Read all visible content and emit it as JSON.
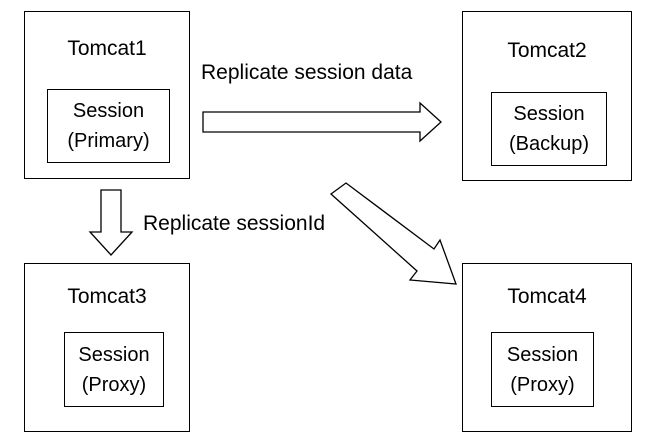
{
  "nodes": {
    "tomcat1": {
      "title": "Tomcat1",
      "session": [
        "Session",
        "(Primary)"
      ]
    },
    "tomcat2": {
      "title": "Tomcat2",
      "session": [
        "Session",
        "(Backup)"
      ]
    },
    "tomcat3": {
      "title": "Tomcat3",
      "session": [
        "Session",
        "(Proxy)"
      ]
    },
    "tomcat4": {
      "title": "Tomcat4",
      "session": [
        "Session",
        "(Proxy)"
      ]
    }
  },
  "edges": {
    "replicate_data_label": "Replicate session data",
    "replicate_id_label": "Replicate sessionId"
  },
  "colors": {
    "stroke": "#000000",
    "fill": "#ffffff"
  }
}
